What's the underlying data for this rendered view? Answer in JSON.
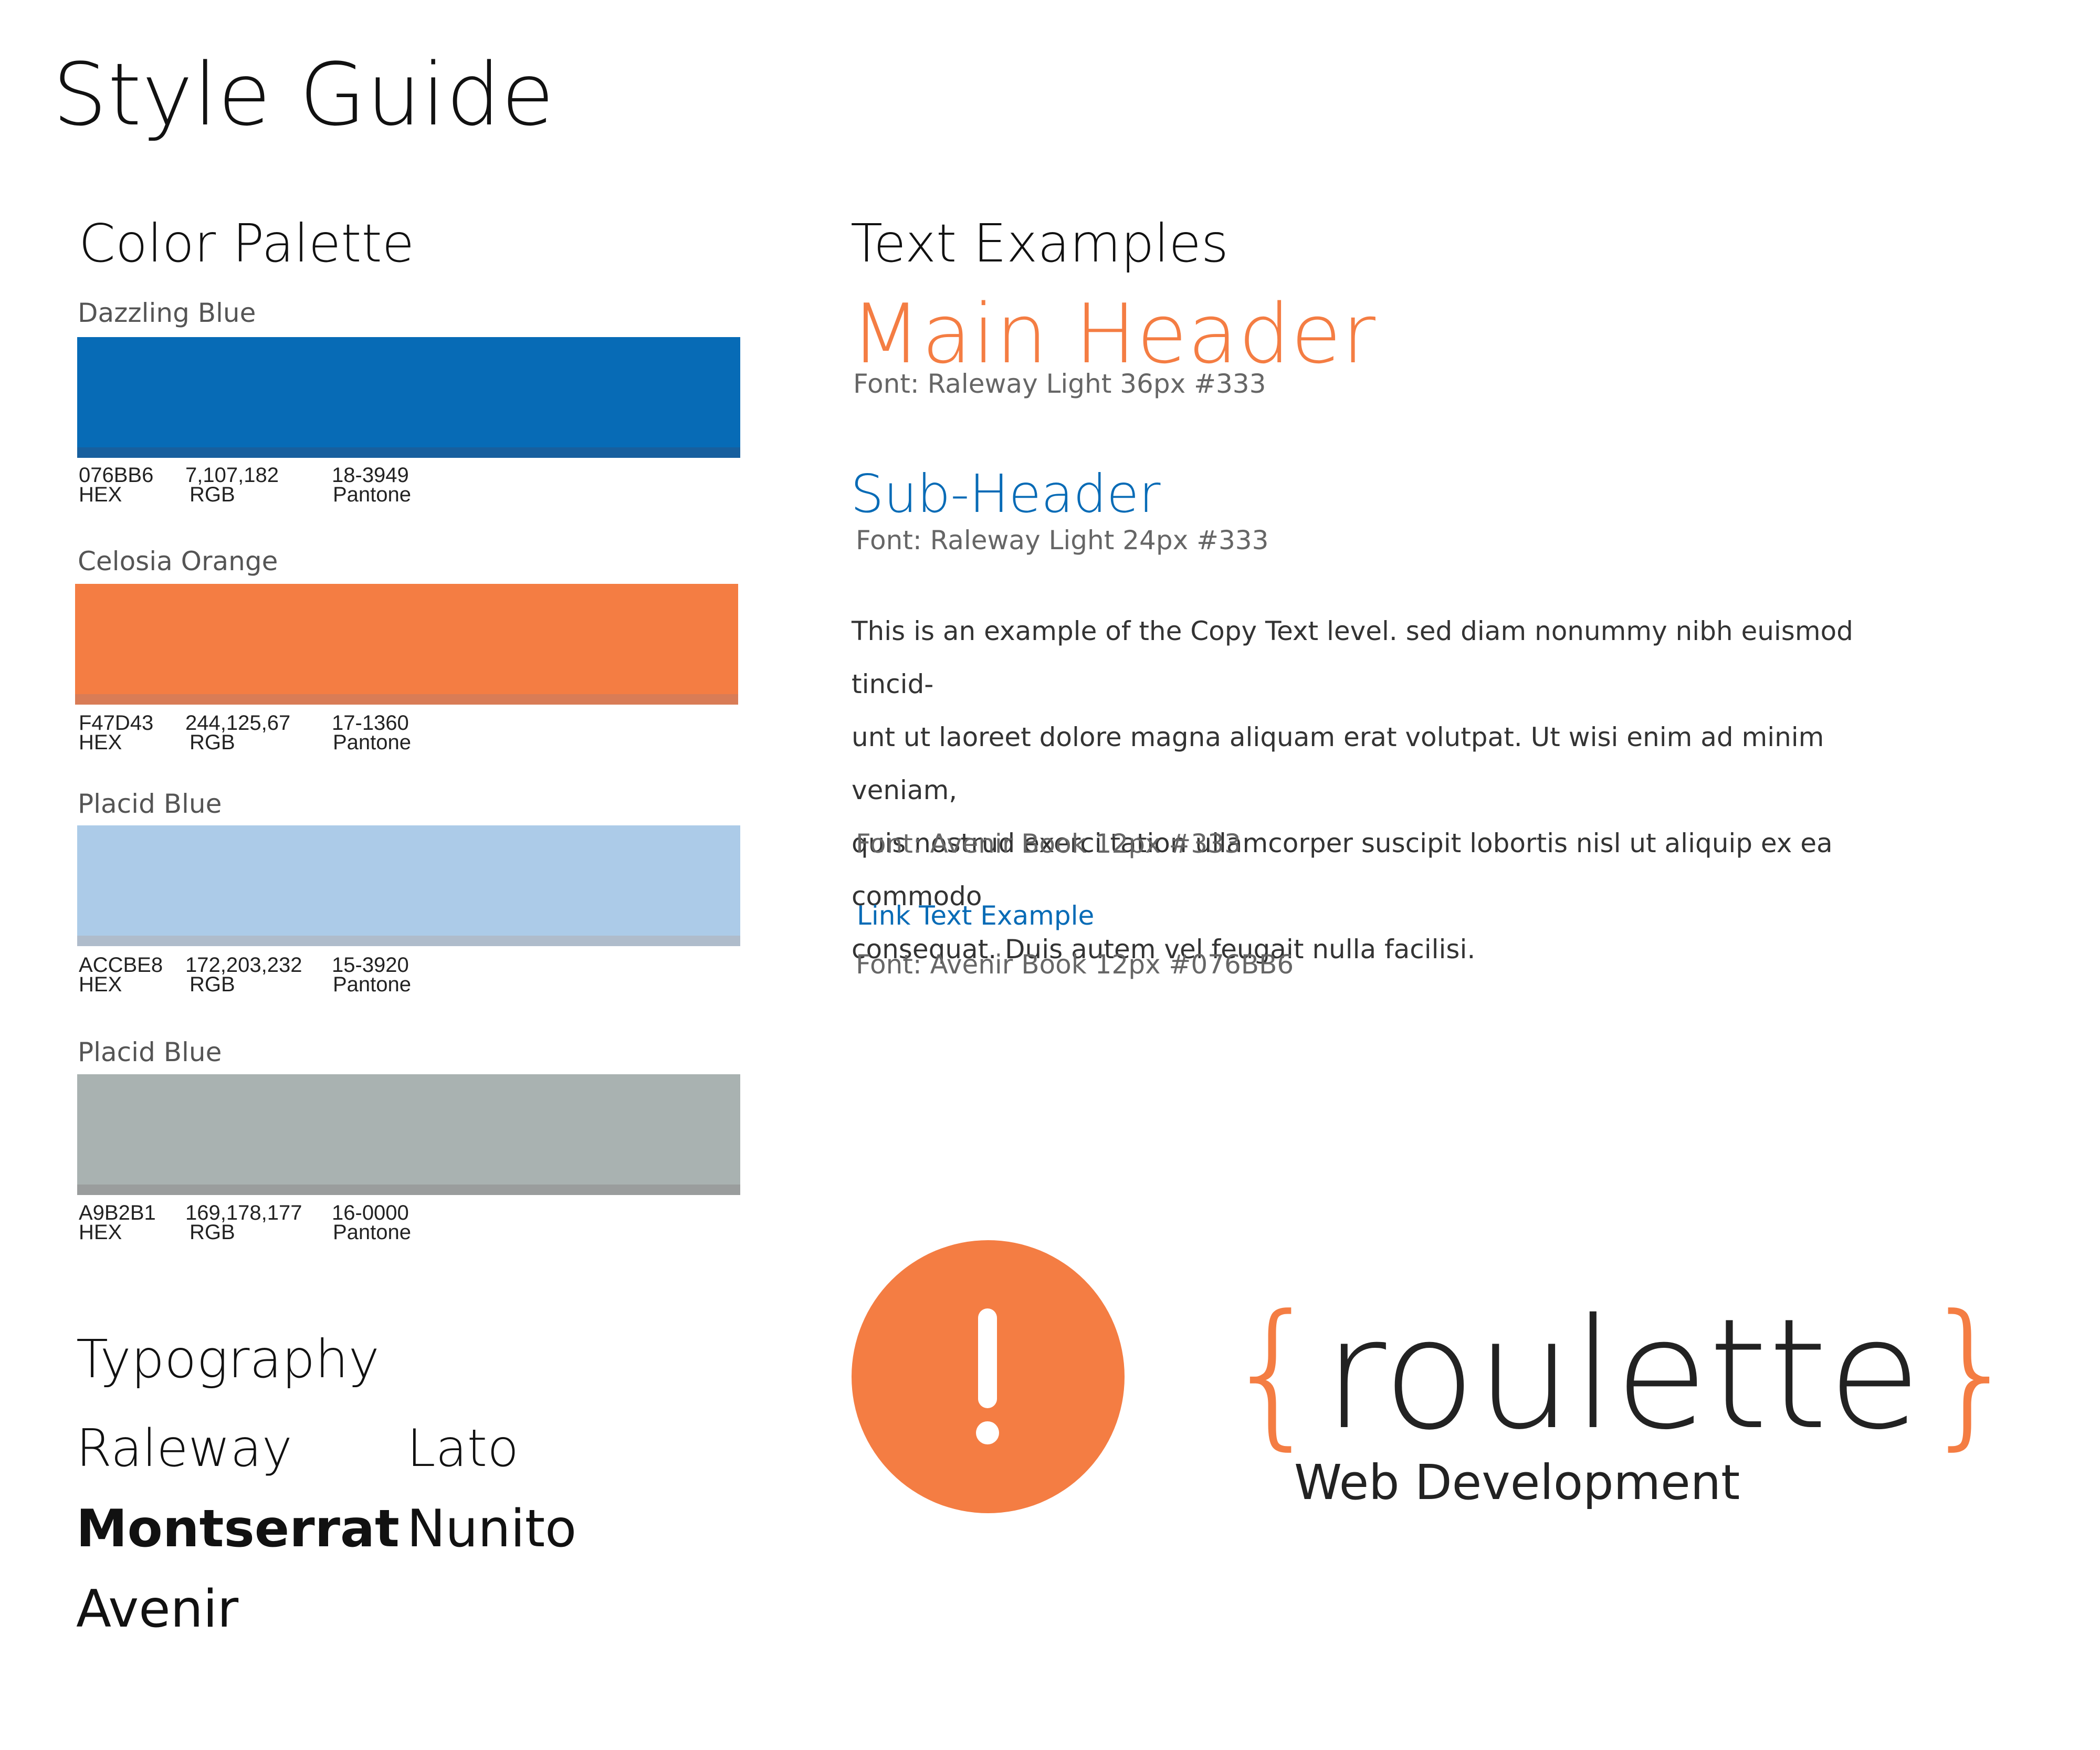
{
  "title": "Style Guide",
  "colors": {
    "blue": "#076BB6",
    "blue_shade": "#175F9E",
    "orange": "#F47D43",
    "orange_shade": "#D97C56",
    "light_blue": "#ACCBE8",
    "light_blue_shade": "#AFBCCB",
    "gray": "#A9B2B1",
    "gray_shade": "#9A9D9D"
  },
  "palette": {
    "title": "Color Palette",
    "swatches": [
      {
        "name": "Dazzling Blue",
        "hex": "076BB6",
        "rgb": "7,107,182",
        "pantone": "18-3949"
      },
      {
        "name": "Celosia Orange",
        "hex": "F47D43",
        "rgb": "244,125,67",
        "pantone": "17-1360"
      },
      {
        "name": "Placid Blue",
        "hex": "ACCBE8",
        "rgb": "172,203,232",
        "pantone": "15-3920"
      },
      {
        "name": "Placid Blue",
        "hex": "A9B2B1",
        "rgb": "169,178,177",
        "pantone": "16-0000"
      }
    ],
    "labels": {
      "hex": "HEX",
      "rgb": "RGB",
      "pantone": "Pantone"
    }
  },
  "typography": {
    "title": "Typography",
    "fonts": [
      "Raleway",
      "Lato",
      "Montserrat",
      "Nunito",
      "Avenir"
    ]
  },
  "text_examples": {
    "title": "Text Examples",
    "main_header": "Main Header",
    "main_header_note": "Font: Raleway Light 36px #333",
    "sub_header": "Sub-Header",
    "sub_header_note": "Font: Raleway Light 24px #333",
    "copy_lines": [
      "This is an example of the Copy Text level. sed diam nonummy nibh euismod tincid-",
      "unt ut laoreet dolore magna aliquam erat volutpat. Ut wisi enim ad minim veniam,",
      "quis nostrud exerci tation ullamcorper suscipit lobortis nisl ut aliquip ex ea commodo",
      "consequat. Duis autem vel feugait nulla facilisi."
    ],
    "copy_note": "Font: Avenir Book 12px #333",
    "link_text": "Link Text Example",
    "link_note": "Font: Avenir Book 12px #076BB6"
  },
  "logo": {
    "brace_open": "{",
    "word": "roulette",
    "brace_close": "}",
    "tagline": "Web Development"
  }
}
